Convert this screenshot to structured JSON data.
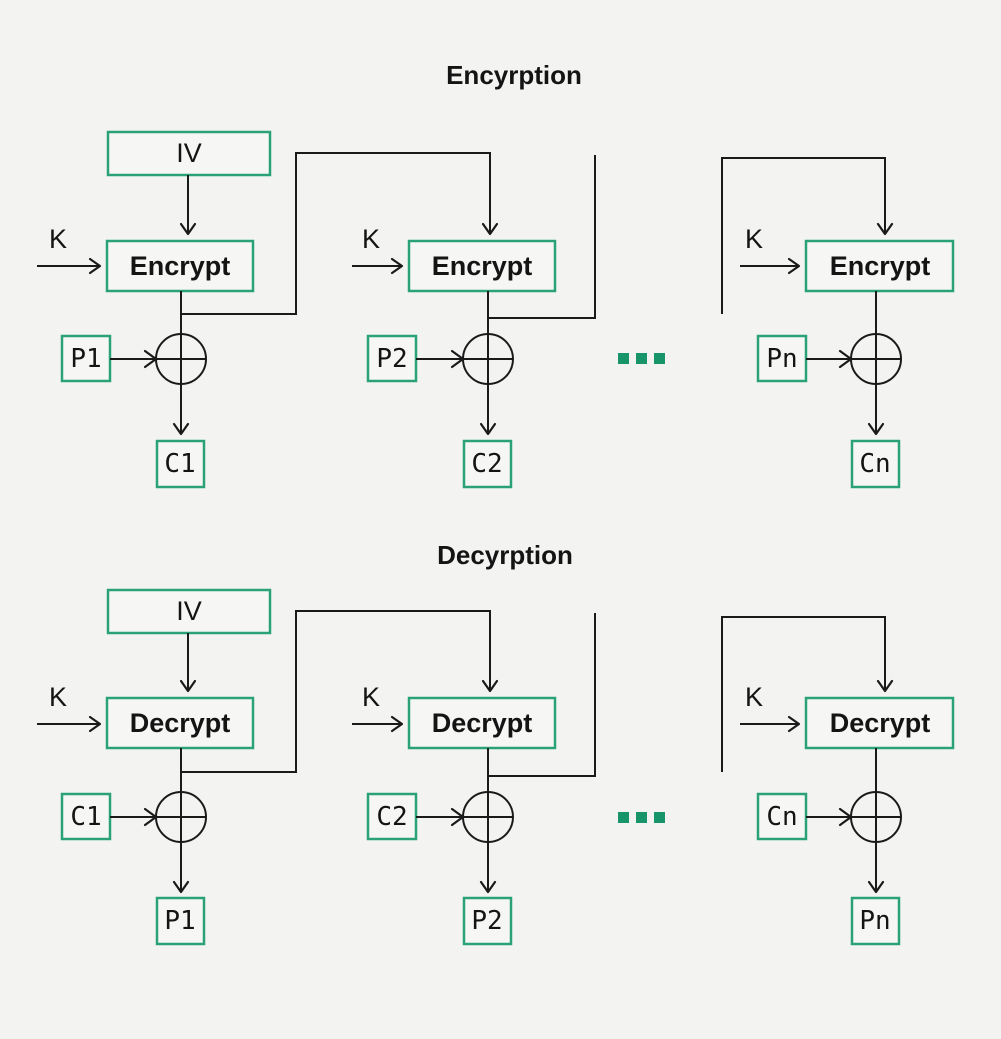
{
  "colors": {
    "background": "#f3f4f2",
    "line": "#1a1a1a",
    "box_border": "#2aa179",
    "ellipsis_dot": "#18946a",
    "text": "#141414"
  },
  "encryption": {
    "title": "Encyrption",
    "iv": "IV",
    "ellipsis_dots": 3,
    "blocks": [
      {
        "key": "K",
        "op": "Encrypt",
        "input": "P1",
        "output": "C1"
      },
      {
        "key": "K",
        "op": "Encrypt",
        "input": "P2",
        "output": "C2"
      },
      {
        "key": "K",
        "op": "Encrypt",
        "input": "Pn",
        "output": "Cn"
      }
    ]
  },
  "decryption": {
    "title": "Decyrption",
    "iv": "IV",
    "ellipsis_dots": 3,
    "blocks": [
      {
        "key": "K",
        "op": "Decrypt",
        "input": "C1",
        "output": "P1"
      },
      {
        "key": "K",
        "op": "Decrypt",
        "input": "C2",
        "output": "P2"
      },
      {
        "key": "K",
        "op": "Decrypt",
        "input": "Cn",
        "output": "Pn"
      }
    ]
  }
}
